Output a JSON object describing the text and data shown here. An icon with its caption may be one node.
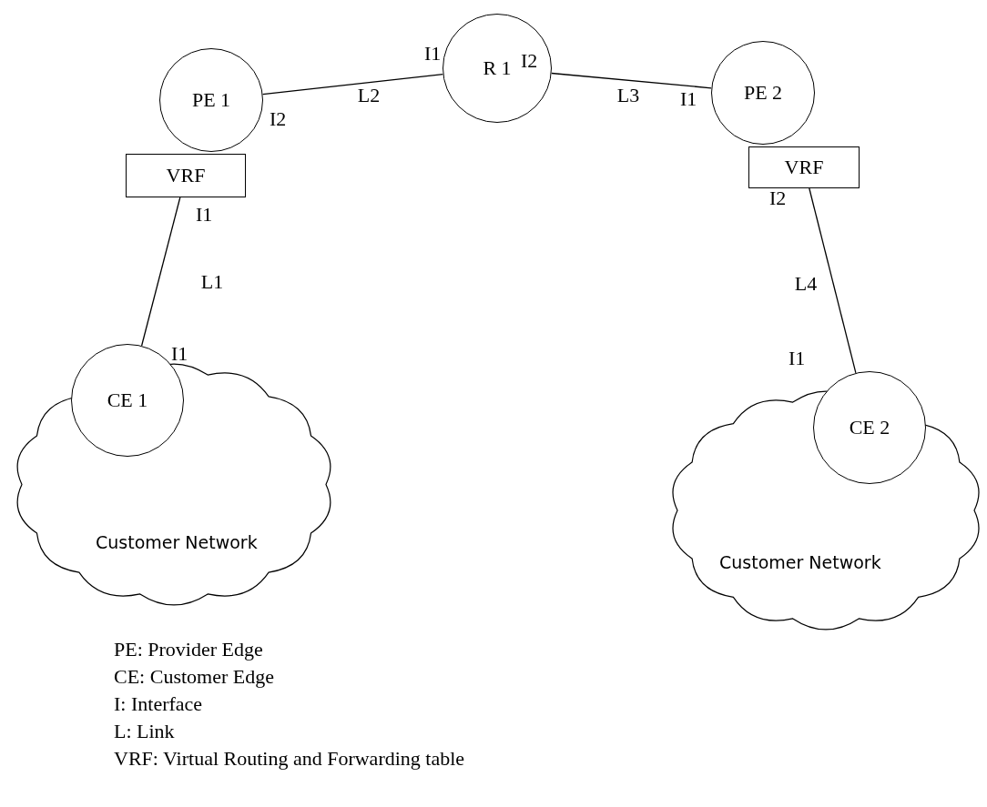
{
  "diagram": {
    "nodes": [
      {
        "text": [
          "PE 1"
        ]
      },
      {
        "text": [
          "VRF"
        ]
      },
      {
        "text": [
          "R 1"
        ]
      },
      {
        "text": [
          "PE 2"
        ]
      },
      {
        "text": [
          "VRF"
        ]
      },
      {
        "text": [
          "Customer Network"
        ]
      },
      {
        "text": [
          "CE 1"
        ]
      },
      {
        "text": [
          "Customer Network"
        ]
      },
      {
        "text": [
          "CE 2"
        ]
      }
    ],
    "edges": [
      {
        "from": 0,
        "to": 2,
        "arrow": "none",
        "label": "L2"
      },
      {
        "from": 2,
        "to": 3,
        "arrow": "none",
        "label": "L3"
      },
      {
        "from": 1,
        "to": 6,
        "arrow": "none",
        "label": "L1"
      },
      {
        "from": 4,
        "to": 8,
        "arrow": "none",
        "label": "L4"
      }
    ],
    "labels": [
      "I1",
      "I2",
      "I2",
      "I1",
      "I1",
      "I1",
      "I2",
      "I1",
      "PE: Provider Edge",
      "CE: Customer Edge",
      "I: Interface",
      "L: Link",
      "VRF: Virtual Routing and Forwarding table"
    ]
  }
}
